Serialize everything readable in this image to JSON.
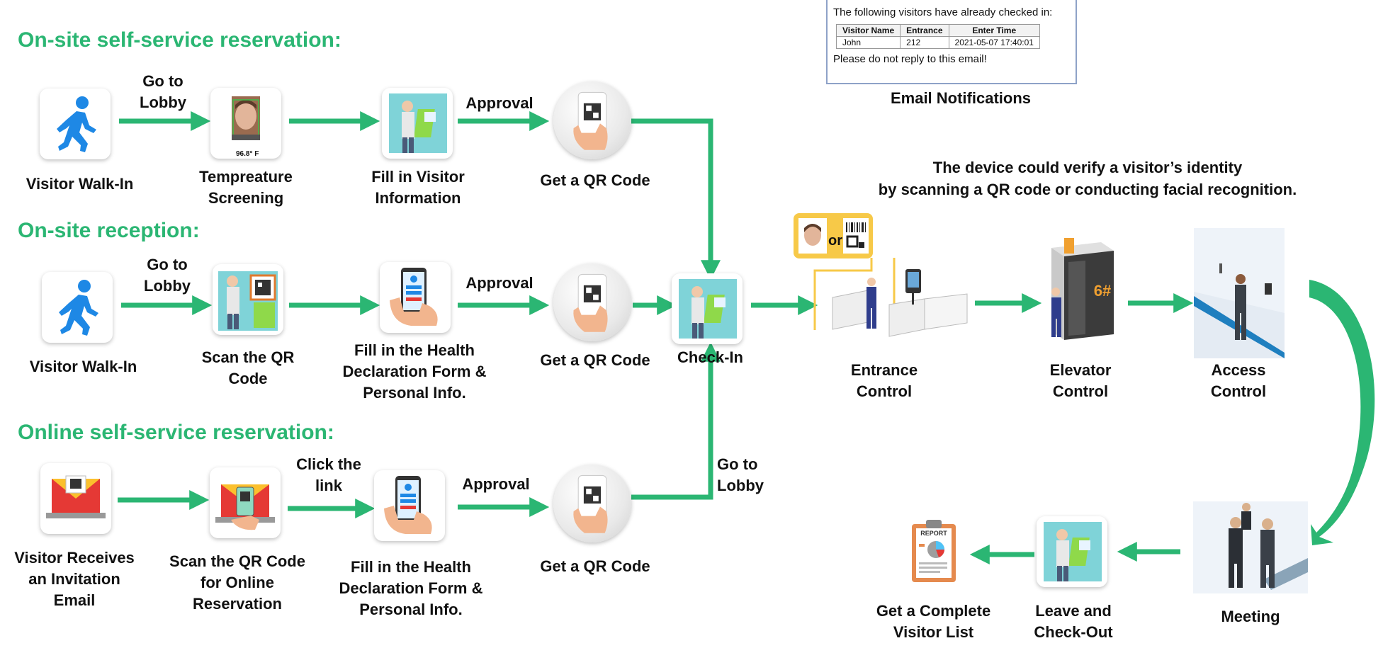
{
  "sections": {
    "onsite_self": "On-site self-service reservation:",
    "onsite_reception": "On-site reception:",
    "online_self": "Online self-service reservation:"
  },
  "row1": {
    "walkin": "Visitor Walk-In",
    "go_lobby": "Go to Lobby",
    "temp_screening": "Tempreature Screening",
    "temp_reading": "96.8° F",
    "fill_visitor": "Fill in Visitor Information",
    "approval": "Approval",
    "get_qr": "Get a QR Code"
  },
  "row2": {
    "walkin": "Visitor Walk-In",
    "go_lobby": "Go to Lobby",
    "scan_qr": "Scan the QR Code",
    "fill_health": "Fill in the Health Declaration Form & Personal Info.",
    "approval": "Approval",
    "get_qr": "Get a QR Code",
    "checkin": "Check-In"
  },
  "row3": {
    "receives_email": "Visitor Receives an Invitation Email",
    "scan_online": "Scan the QR Code for Online Reservation",
    "click_link": "Click the link",
    "fill_health": "Fill in the Health Declaration Form & Personal Info.",
    "approval": "Approval",
    "get_qr": "Get a QR Code",
    "go_lobby": "Go to Lobby"
  },
  "email": {
    "intro": "The following visitors have already checked in:",
    "headers": [
      "Visitor Name",
      "Entrance",
      "Enter Time"
    ],
    "row": [
      "John",
      "212",
      "2021-05-07 17:40:01"
    ],
    "footer": "Please do not reply to this email!",
    "caption": "Email Notifications"
  },
  "device_note": {
    "line1": "The device could verify a visitor’s identity",
    "line2": "by scanning a QR code or conducting facial recognition."
  },
  "verify_badge": "or",
  "right": {
    "entrance": "Entrance Control",
    "elevator": "Elevator Control",
    "elevator_floor": "6#",
    "access": "Access Control",
    "meeting": "Meeting",
    "leave": "Leave and Check-Out",
    "complete_list": "Get a Complete Visitor List",
    "report": "REPORT"
  },
  "colors": {
    "accent": "#2bb673",
    "arrow": "#2bb673",
    "walker": "#1e88e5",
    "badge": "#f7c948",
    "email_border": "#8ea2c8"
  }
}
